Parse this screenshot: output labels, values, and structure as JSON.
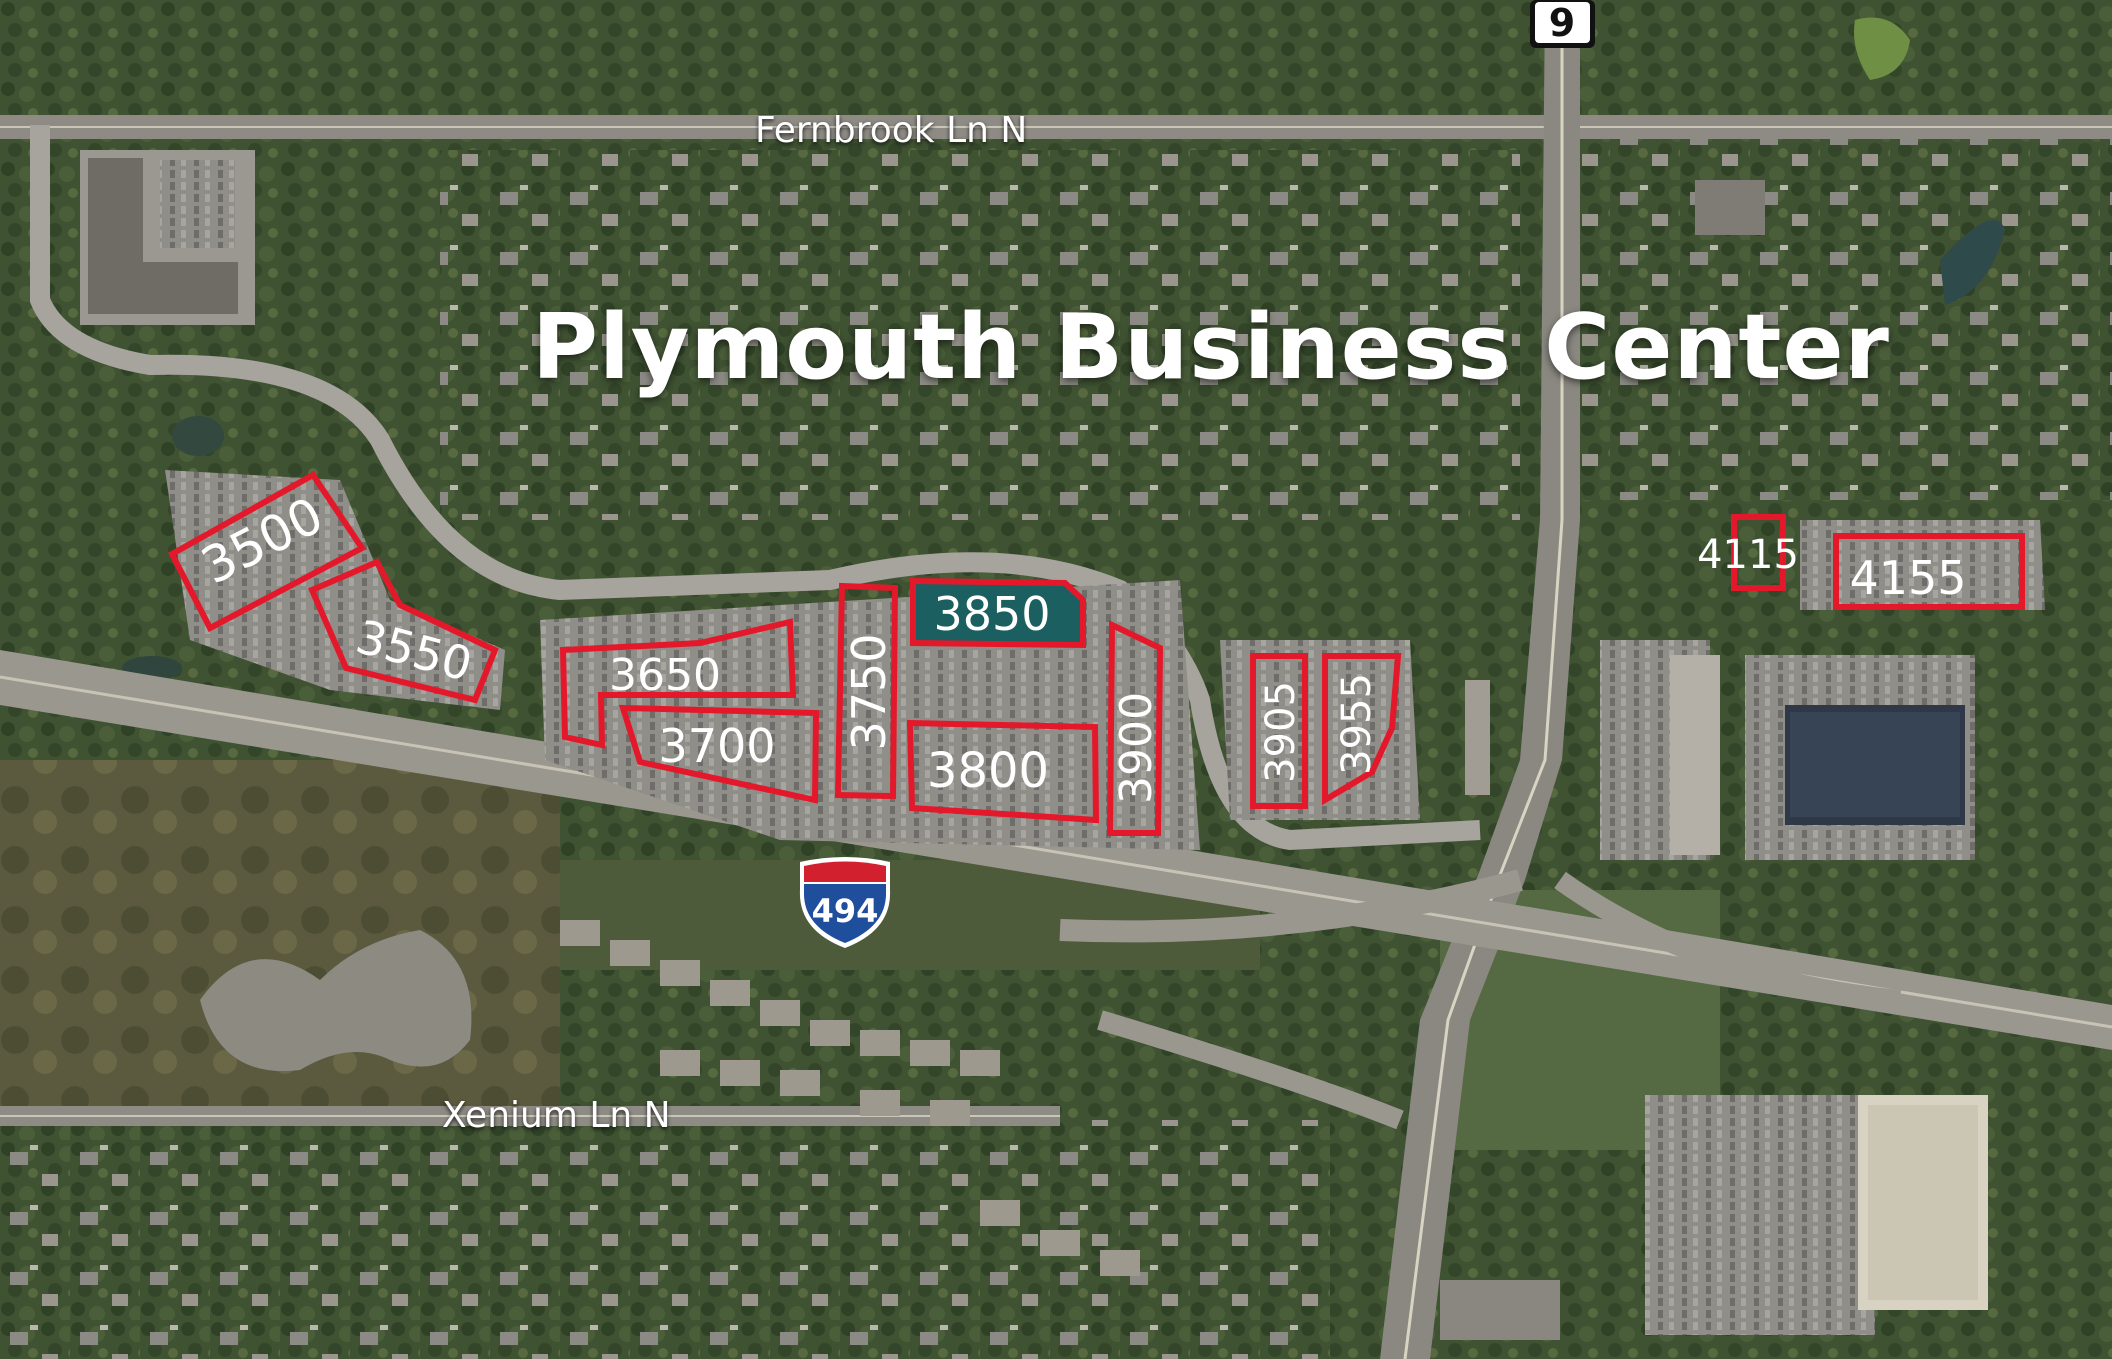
{
  "title": "Plymouth Business Center",
  "roads": {
    "fernbrook": "Fernbrook Ln N",
    "xenium": "Xenium Ln N"
  },
  "shields": {
    "state": "9",
    "interstate": "494"
  },
  "parcels": [
    {
      "id": "3500",
      "label": "3500",
      "highlighted": false
    },
    {
      "id": "3550",
      "label": "3550",
      "highlighted": false
    },
    {
      "id": "3650",
      "label": "3650",
      "highlighted": false
    },
    {
      "id": "3700",
      "label": "3700",
      "highlighted": false
    },
    {
      "id": "3750",
      "label": "3750",
      "highlighted": false
    },
    {
      "id": "3800",
      "label": "3800",
      "highlighted": false
    },
    {
      "id": "3850",
      "label": "3850",
      "highlighted": true
    },
    {
      "id": "3900",
      "label": "3900",
      "highlighted": false
    },
    {
      "id": "3905",
      "label": "3905",
      "highlighted": false
    },
    {
      "id": "3955",
      "label": "3955",
      "highlighted": false
    },
    {
      "id": "4115",
      "label": "4115",
      "highlighted": false
    },
    {
      "id": "4155",
      "label": "4155",
      "highlighted": false
    }
  ],
  "colors": {
    "parcel_outline": "#e3192b",
    "highlight_fill": "#1b5f60",
    "interstate_blue": "#1f4e9c",
    "interstate_red": "#d3202f"
  }
}
